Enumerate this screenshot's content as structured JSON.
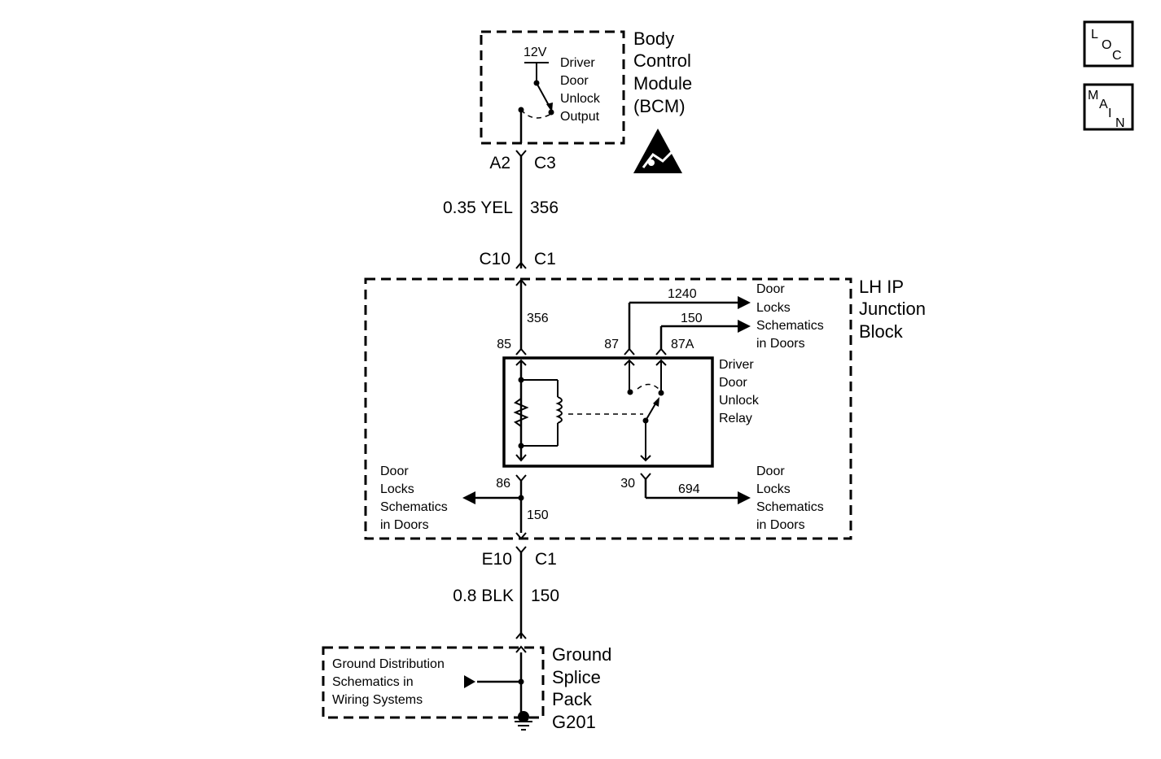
{
  "nav": {
    "loc": [
      "L",
      "O",
      "C"
    ],
    "main": [
      "M",
      "A",
      "I",
      "N"
    ]
  },
  "bcm": {
    "title_lines": [
      "Body",
      "Control",
      "Module",
      "(BCM)"
    ],
    "voltage": "12V",
    "output_lines": [
      "Driver",
      "Door",
      "Unlock",
      "Output"
    ],
    "esd_icon": "esd-warning-icon"
  },
  "wire_top": {
    "connector_left": "A2",
    "connector_right": "C3",
    "size_color": "0.35 YEL",
    "circuit": "356",
    "connector2_left": "C10",
    "connector2_right": "C1"
  },
  "junction_block": {
    "title_lines": [
      "LH IP",
      "Junction",
      "Block"
    ],
    "circuit_356": "356",
    "pin_85": "85",
    "pin_86": "86",
    "pin_87": "87",
    "pin_87a": "87A",
    "pin_30": "30",
    "circuit_1240": "1240",
    "circuit_150_top": "150",
    "circuit_150_left": "150",
    "circuit_694": "694",
    "relay_lines": [
      "Driver",
      "Door",
      "Unlock",
      "Relay"
    ],
    "ref_top_lines": [
      "Door",
      "Locks",
      "Schematics",
      "in Doors"
    ],
    "ref_left_lines": [
      "Door",
      "Locks",
      "Schematics",
      "in Doors"
    ],
    "ref_right_lines": [
      "Door",
      "Locks",
      "Schematics",
      "in Doors"
    ]
  },
  "wire_bottom": {
    "connector_left": "E10",
    "connector_right": "C1",
    "size_color": "0.8 BLK",
    "circuit": "150"
  },
  "ground": {
    "ref_lines": [
      "Ground Distribution",
      "Schematics in",
      "Wiring Systems"
    ],
    "title_lines": [
      "Ground",
      "Splice",
      "Pack",
      "G201"
    ]
  }
}
